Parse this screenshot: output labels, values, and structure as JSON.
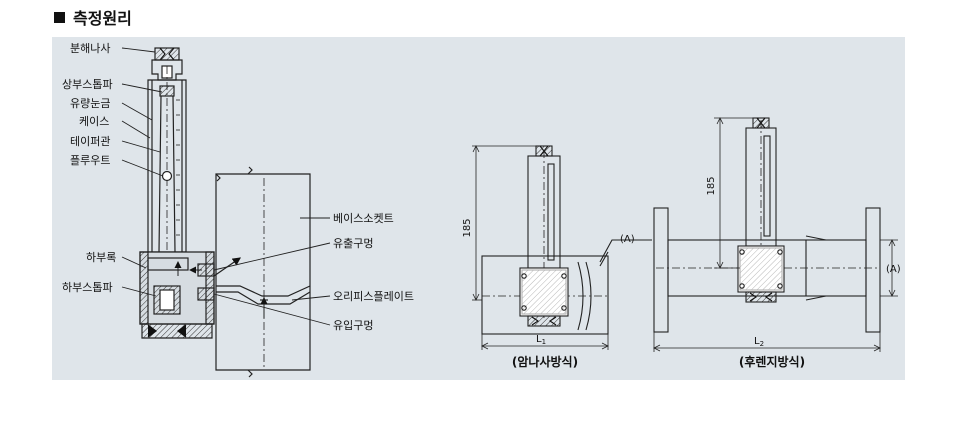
{
  "title": "측정원리",
  "labels": {
    "disassembly_screw": "분해나사",
    "upper_stopper": "상부스톱파",
    "flow_scale": "유량눈금",
    "case": "케이스",
    "tapered_tube": "테이퍼관",
    "float": "플루우트",
    "lower_block": "하부록",
    "lower_stopper": "하부스톱파",
    "base_socket": "베이스소켓트",
    "outlet_hole": "유출구멍",
    "orifice_plate": "오리피스플레이트",
    "inlet_hole": "유입구멍"
  },
  "dims": {
    "height_female": "185",
    "height_flange": "185",
    "a_female": "(A)",
    "a_flange": "(A)",
    "l1": "L",
    "l1_sub": "1",
    "l2": "L",
    "l2_sub": "2"
  },
  "captions": {
    "female": "(암나사방식)",
    "flange": "(후렌지방식)"
  }
}
